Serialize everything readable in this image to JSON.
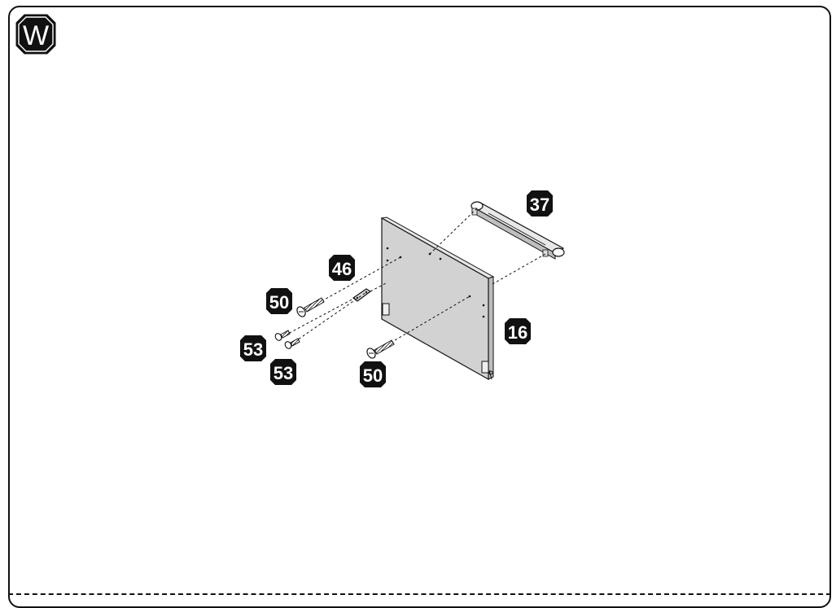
{
  "step": {
    "letter": "W"
  },
  "parts": {
    "hardware_37": "37",
    "hardware_46": "46",
    "screw_50_upper": "50",
    "screw_50_lower": "50",
    "screw_53_upper": "53",
    "screw_53_lower": "53",
    "panel_16": "16"
  },
  "colors": {
    "panel": "#cfcfcf",
    "outline": "#111111",
    "callout_bg": "#111111",
    "callout_text": "#ffffff"
  }
}
